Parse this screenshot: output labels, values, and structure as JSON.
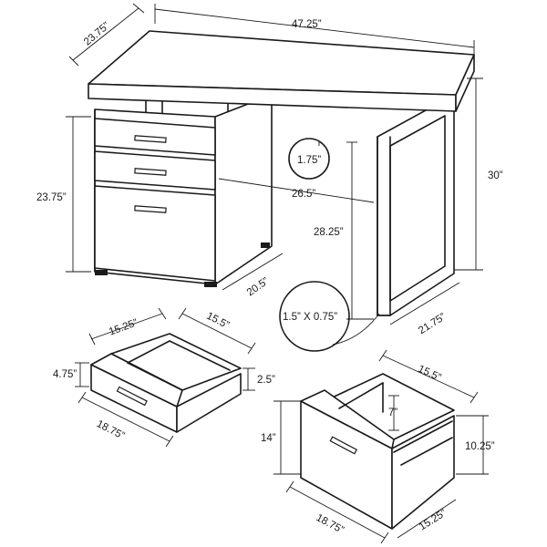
{
  "desk": {
    "top_depth": "23.75”",
    "top_width": "47.25”",
    "total_height": "30”",
    "pedestal_height": "23.75”",
    "top_thickness": "1.75”",
    "knee_width": "26.5”",
    "knee_height": "28.25”",
    "pedestal_depth": "20.5”",
    "leg_depth": "21.75”",
    "leg_profile": "1.5” X 0.75”"
  },
  "small_drawer": {
    "depth": "15.25”",
    "inner_depth": "15.5”",
    "front_height": "4.75”",
    "side_height": "2.5”",
    "width": "18.75”"
  },
  "file_drawer": {
    "depth": "15.5”",
    "inner_height": "7”",
    "front_height": "14”",
    "side_height": "10.25”",
    "width": "18.75”",
    "bottom_depth": "15.25”"
  }
}
